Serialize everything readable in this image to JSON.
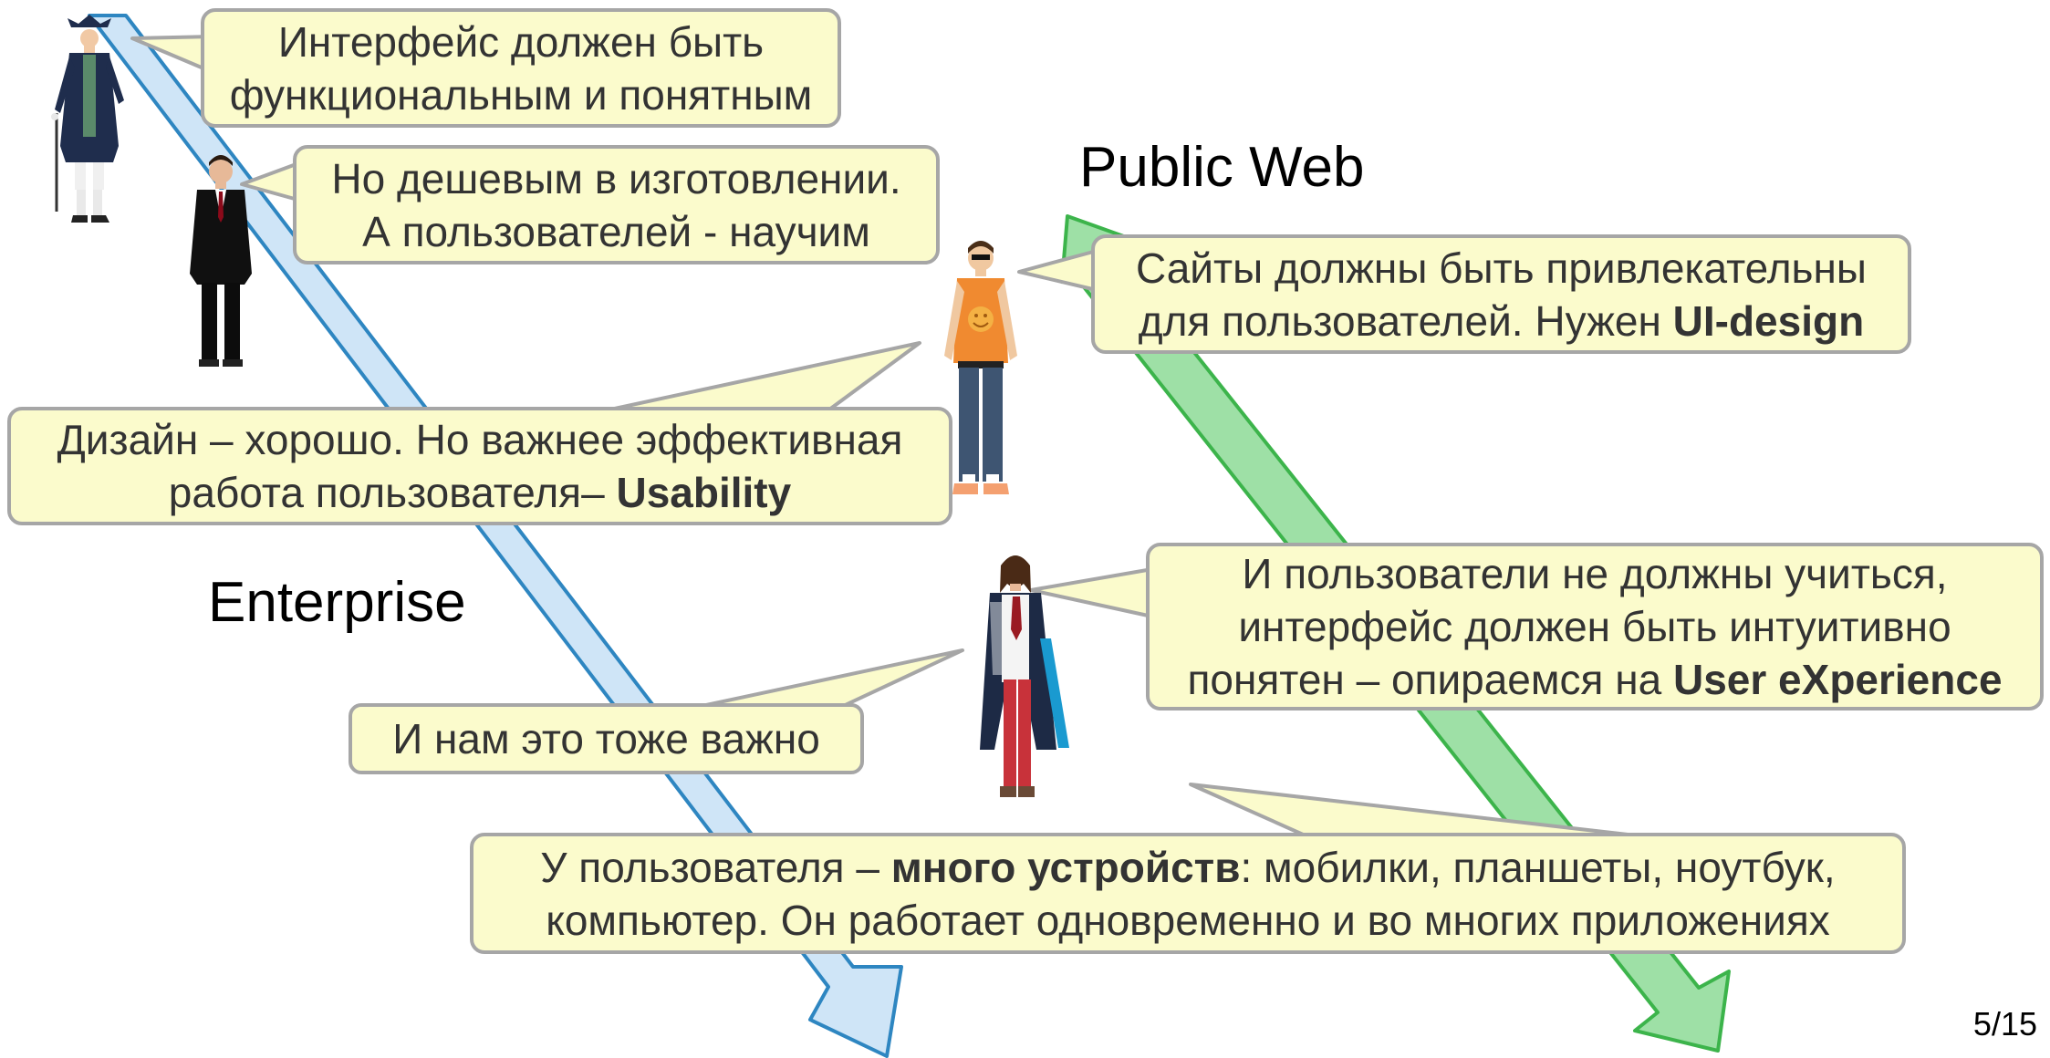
{
  "labels": {
    "public_web": "Public Web",
    "enterprise": "Enterprise"
  },
  "page_number": "5/15",
  "bubbles": {
    "customer": {
      "line1": "Интерфейс должен быть",
      "line2": "функциональным и понятным"
    },
    "manager": {
      "line1": "Но дешевым в изготовлении.",
      "line2": "А пользователей - научим"
    },
    "web_user": {
      "line1": "Сайты должны быть привлекательны",
      "line2_plain": "для пользователей. Нужен ",
      "line2_bold": "UI-design"
    },
    "enterprise_reply": {
      "line1": "Дизайн – хорошо. Но важнее эффективная",
      "line2_plain": "работа пользователя– ",
      "line2_bold": "Usability"
    },
    "modern_user": {
      "line1": "И пользователи не должны учиться,",
      "line2": "интерфейс должен быть интуитивно",
      "line3_plain": "понятен – опираемся на ",
      "line3_bold": "User eXperience"
    },
    "enterprise_agree": {
      "line1": "И нам это тоже важно"
    },
    "devices": {
      "line1_plain": "У пользователя – ",
      "line1_bold": "много устройств",
      "line1_rest": ": мобилки, планшеты, ноутбук,",
      "line2": "компьютер. Он работает одновременно и во многих приложениях"
    }
  },
  "colors": {
    "bubble_fill": "#fbfbcc",
    "bubble_stroke": "#a6a6a6",
    "enterprise_arrow_fill": "#cfe5f7",
    "enterprise_arrow_stroke": "#2e86c1",
    "web_arrow_fill": "#9ee0a6",
    "web_arrow_stroke": "#3cb44b"
  }
}
